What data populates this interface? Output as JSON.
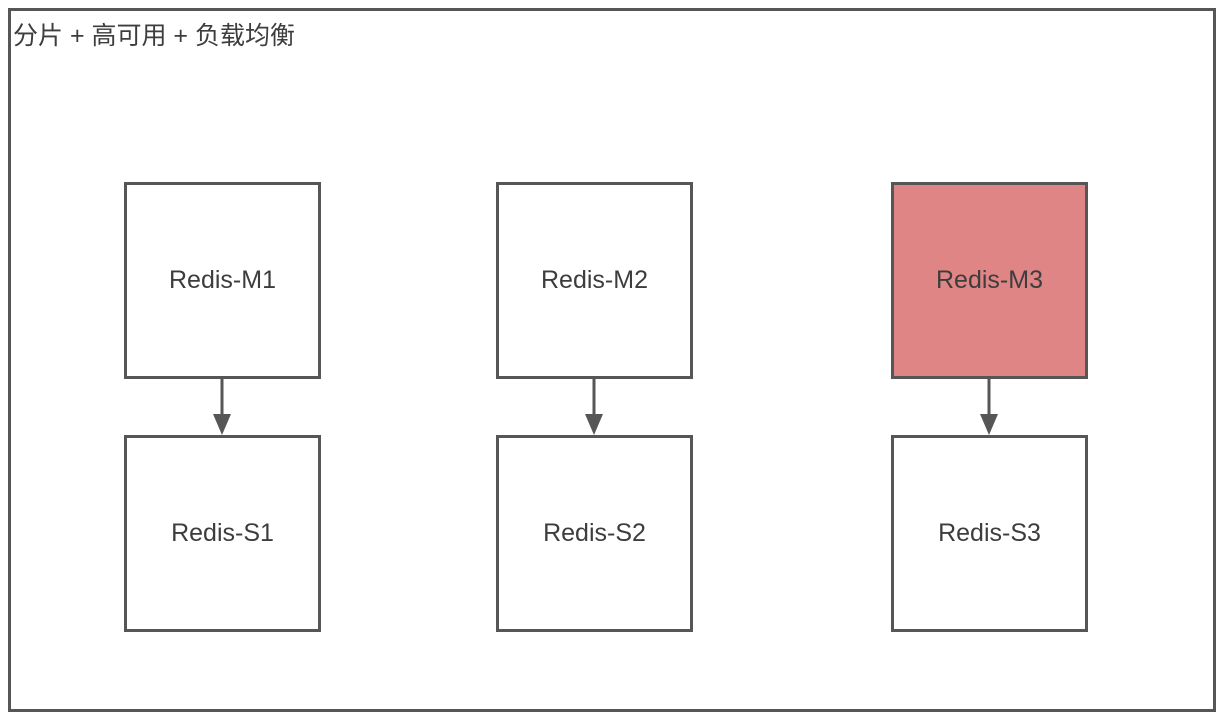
{
  "diagram": {
    "title": "分片 + 高可用 + 负载均衡",
    "colors": {
      "frame_border": "#565656",
      "node_border": "#565656",
      "node_fill": "#ffffff",
      "master_highlight_fill": "#e08585",
      "arrow": "#565656",
      "text": "#3d3d3d"
    },
    "nodes": [
      {
        "id": "m1",
        "label": "Redis-M1",
        "role": "master",
        "highlighted": false
      },
      {
        "id": "m2",
        "label": "Redis-M2",
        "role": "master",
        "highlighted": false
      },
      {
        "id": "m3",
        "label": "Redis-M3",
        "role": "master",
        "highlighted": true
      },
      {
        "id": "s1",
        "label": "Redis-S1",
        "role": "slave",
        "highlighted": false
      },
      {
        "id": "s2",
        "label": "Redis-S2",
        "role": "slave",
        "highlighted": false
      },
      {
        "id": "s3",
        "label": "Redis-S3",
        "role": "slave",
        "highlighted": false
      }
    ],
    "edges": [
      {
        "from": "m1",
        "to": "s1",
        "style": "arrow-down"
      },
      {
        "from": "m2",
        "to": "s2",
        "style": "arrow-down"
      },
      {
        "from": "m3",
        "to": "s3",
        "style": "arrow-down"
      }
    ]
  }
}
